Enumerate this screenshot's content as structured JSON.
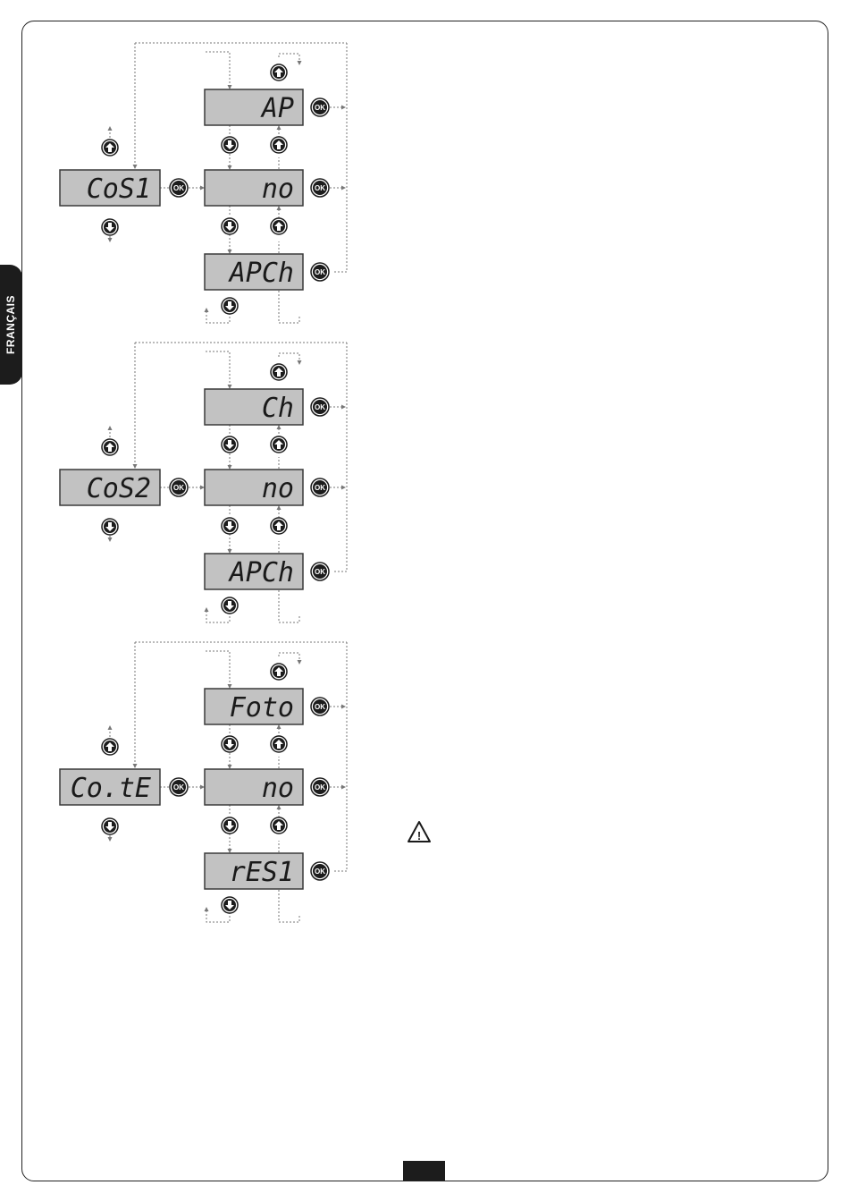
{
  "language_tab": "FRANÇAIS",
  "ok_label": "OK",
  "warning_mark": "!",
  "groups": [
    {
      "main": "CoS1",
      "options": [
        "AP",
        "no",
        "APCh"
      ]
    },
    {
      "main": "CoS2",
      "options": [
        "Ch",
        "no",
        "APCh"
      ]
    },
    {
      "main": "Co.tE",
      "options": [
        "Foto",
        "no",
        "rES1"
      ]
    }
  ],
  "colors": {
    "lcd": "#c2c2c2",
    "frame": "#222222",
    "arrow": "#777777",
    "button": "#1c1c1c"
  },
  "icons": [
    "up-arrow-button-icon",
    "down-arrow-button-icon",
    "ok-button-icon",
    "warning-triangle-icon"
  ]
}
